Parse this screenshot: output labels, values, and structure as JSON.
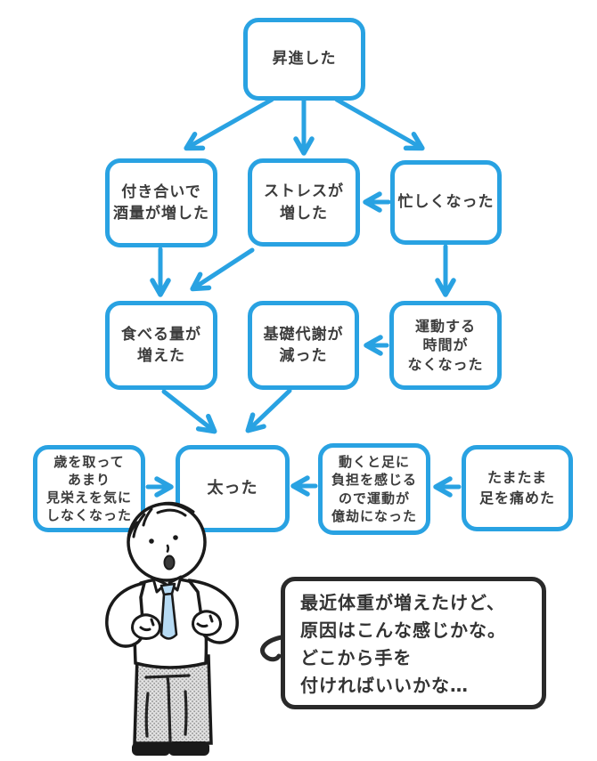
{
  "diagram": {
    "title_implicit": "weight-gain cause-and-effect diagram",
    "accent_color": "#29a2e2",
    "outline_color": "#2a2a2a",
    "text_color": "#3c3c3c",
    "tie_color": "#b7dbf4",
    "nodes": {
      "promoted": {
        "label": "昇進した",
        "lines": [
          "昇進した"
        ]
      },
      "drink": {
        "label": "付き合いで酒量が増した",
        "lines": [
          "付き合いで",
          "酒量が増した"
        ]
      },
      "stress": {
        "label": "ストレスが増した",
        "lines": [
          "ストレスが",
          "増した"
        ]
      },
      "busy": {
        "label": "忙しくなった",
        "lines": [
          "忙しくなった"
        ]
      },
      "eat": {
        "label": "食べる量が増えた",
        "lines": [
          "食べる量が",
          "増えた"
        ]
      },
      "metabolism": {
        "label": "基礎代謝が減った",
        "lines": [
          "基礎代謝が",
          "減った"
        ]
      },
      "no_time": {
        "label": "運動する時間がなくなった",
        "lines": [
          "運動する",
          "時間が",
          "なくなった"
        ]
      },
      "appearance": {
        "label": "歳を取ってあまり見栄えを気にしなくなった",
        "lines": [
          "歳を取って",
          "あまり",
          "見栄えを気に",
          "しなくなった"
        ]
      },
      "fat": {
        "label": "太った",
        "lines": [
          "太った"
        ]
      },
      "leg_burden": {
        "label": "動くと足に負担を感じるので運動が億劫になった",
        "lines": [
          "動くと足に",
          "負担を感じる",
          "ので運動が",
          "億劫になった"
        ]
      },
      "leg_injury": {
        "label": "たまたま足を痛めた",
        "lines": [
          "たまたま",
          "足を痛めた"
        ]
      }
    },
    "edges": [
      {
        "from": "promoted",
        "to": "drink"
      },
      {
        "from": "promoted",
        "to": "stress"
      },
      {
        "from": "promoted",
        "to": "busy"
      },
      {
        "from": "busy",
        "to": "stress"
      },
      {
        "from": "drink",
        "to": "eat"
      },
      {
        "from": "stress",
        "to": "eat"
      },
      {
        "from": "busy",
        "to": "no_time"
      },
      {
        "from": "no_time",
        "to": "metabolism"
      },
      {
        "from": "eat",
        "to": "fat"
      },
      {
        "from": "metabolism",
        "to": "fat"
      },
      {
        "from": "appearance",
        "to": "fat"
      },
      {
        "from": "leg_burden",
        "to": "fat"
      },
      {
        "from": "leg_injury",
        "to": "leg_burden"
      }
    ]
  },
  "speech_bubble": {
    "lines": [
      "最近体重が増えたけど、",
      "原因はこんな感じかな。",
      "どこから手を",
      "付ければいいかな…"
    ]
  }
}
